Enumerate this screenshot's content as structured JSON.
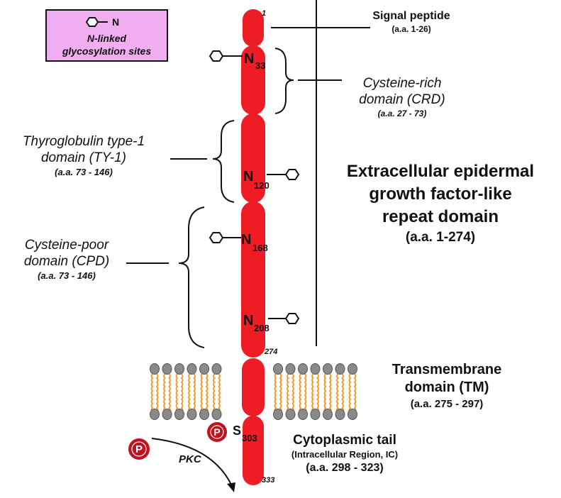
{
  "legend": {
    "symbol_letter": "N",
    "line1": "N-linked",
    "line2": "glycosylation sites"
  },
  "residues": {
    "start": "1",
    "membrane_end": "274",
    "end": "333"
  },
  "glyco_sites": [
    {
      "letter": "N",
      "number": "33"
    },
    {
      "letter": "N",
      "number": "120"
    },
    {
      "letter": "N",
      "number": "168"
    },
    {
      "letter": "N",
      "number": "208"
    }
  ],
  "phospho_site": {
    "letter": "S",
    "number": "303"
  },
  "phospho_badge": "P",
  "kinase": "PKC",
  "domains": {
    "signal": {
      "title": "Signal peptide",
      "range": "(a.a. 1-26)"
    },
    "crd": {
      "line1": "Cysteine-rich",
      "line2": "domain (CRD)",
      "range": "(a.a. 27 - 73)"
    },
    "ty1": {
      "line1": "Thyroglobulin type-1",
      "line2": "domain (TY-1)",
      "range": "(a.a. 73 - 146)"
    },
    "cpd": {
      "line1": "Cysteine-poor",
      "line2": "domain (CPD)",
      "range": "(a.a. 73 - 146)"
    },
    "ecd": {
      "line1": "Extracellular epidermal",
      "line2": "growth factor-like",
      "line3": "repeat domain",
      "range": "(a.a. 1-274)"
    },
    "tm": {
      "line1": "Transmembrane",
      "line2": "domain (TM)",
      "range": "(a.a. 275 - 297)"
    },
    "ic": {
      "line1": "Cytoplasmic tail",
      "line2": "(Intracellular Region, IC)",
      "range": "(a.a. 298 - 323)"
    }
  },
  "colors": {
    "protein": "#ee1c24",
    "legend_fill": "#f0aef0",
    "lipid_head": "#8a8a8a",
    "lipid_tail": "#f7941d",
    "phospho": "#c1121f"
  }
}
